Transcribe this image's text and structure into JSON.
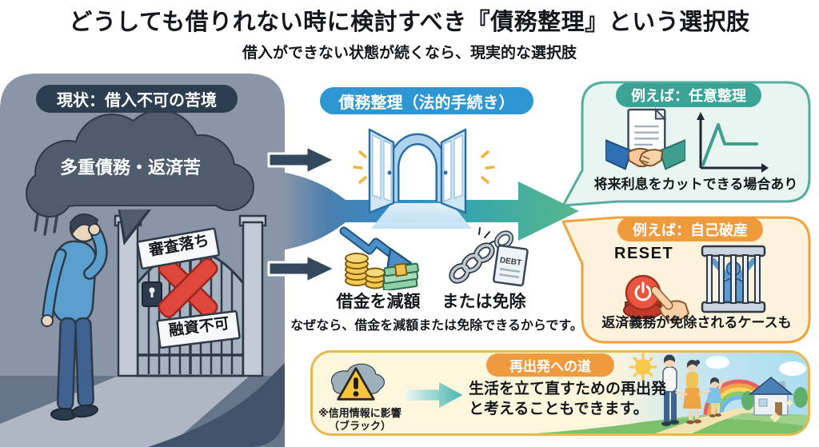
{
  "page": {
    "title": "どうしても借りれない時に検討すべき『債務整理』という選択肢",
    "subtitle": "借入ができない状態が続くなら、現実的な選択肢"
  },
  "left_panel": {
    "header": "現状：借入不可の苦境",
    "cloud_label": "多重債務・返済苦",
    "sign_rejected": "審査落ち",
    "sign_no_loan": "融資不可"
  },
  "flow": {
    "header": "債務整理（法的手続き）",
    "label_reduce": "借金を減額",
    "label_exempt": "または免除",
    "reason": "なぜなら、借金を減額または免除できるからです。",
    "debt_tag": "DEBT"
  },
  "bubble_voluntary": {
    "header": "例えば：任意整理",
    "text": "将来利息をカットできる場合あり"
  },
  "bubble_bankruptcy": {
    "header": "例えば：自己破産",
    "reset_label": "RESET",
    "text": "返済義務が免除されるケースも"
  },
  "restart": {
    "header": "再出発への道",
    "note_line1": "※信用情報に影響",
    "note_line2": "（ブラック）",
    "text_line1": "生活を立て直すための再出発",
    "text_line2": "と考えることもできます。"
  },
  "colors": {
    "navy": "#2D3E51",
    "panel_gray": "#8A95A7",
    "blue": "#2E96D3",
    "teal": "#3AA396",
    "orange": "#F09A3E",
    "red_x": "#E0473C",
    "mint_fill": "#E8F4EF",
    "mint_border": "#55ACA0",
    "cream_fill": "#FDF3DC",
    "cream_border": "#F0A23E",
    "bar_fill": "#FCF6DC",
    "bar_border": "#E5B94F",
    "arrow_navy": "#34495E",
    "flow_blue": "#2E7FC0",
    "flow_green": "#57B88B"
  }
}
